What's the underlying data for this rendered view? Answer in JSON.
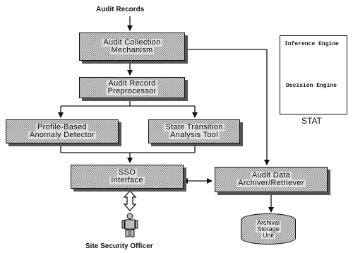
{
  "title": "Audit Records",
  "boxes": {
    "audit_collection": [
      "Audit Collection",
      "Mechanism"
    ],
    "preprocessor": [
      "Audit Record",
      "Preprocessor"
    ],
    "anomaly_detector": [
      "Profile-Based",
      "Anomaly Detector"
    ],
    "state_transition": [
      "State Transition",
      "Analysis Tool"
    ],
    "sso_interface": [
      "SSO",
      "Interface"
    ],
    "archiver": [
      "Audit Data",
      "Archiver/Retriever"
    ],
    "storage": [
      "Archival",
      "Storage",
      "Unit"
    ]
  },
  "stat": {
    "inference_engine": "Inference Engine",
    "decision_engine": "Decision Engine",
    "name": "STAT"
  },
  "officer": "Site Security Officer"
}
